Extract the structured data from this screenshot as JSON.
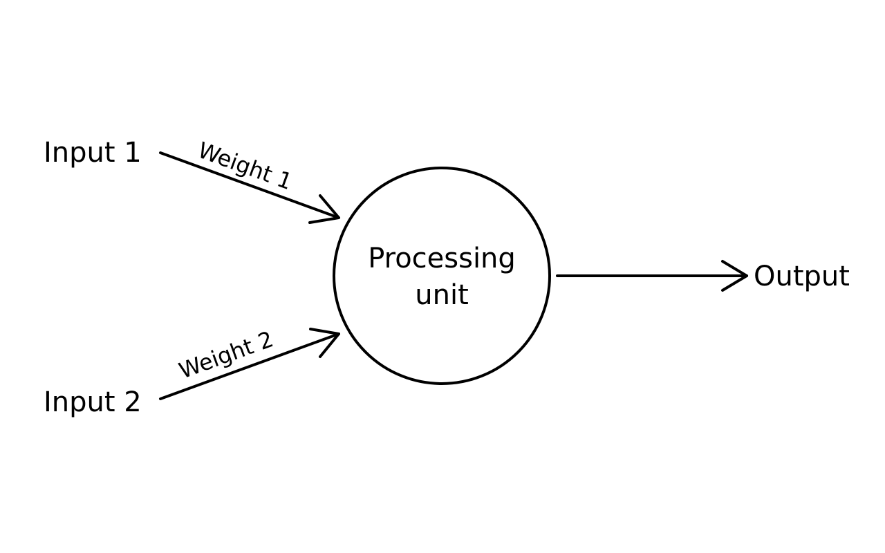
{
  "diagram": {
    "nodes": {
      "input_1": "Input 1",
      "input_2": "Input 2",
      "processing_line_1": "Processing",
      "processing_line_2": "unit",
      "output": "Output"
    },
    "edges": {
      "weight_1": "Weight 1",
      "weight_2": "Weight 2"
    }
  },
  "colors": {
    "stroke": "#000000",
    "background": "#ffffff"
  }
}
